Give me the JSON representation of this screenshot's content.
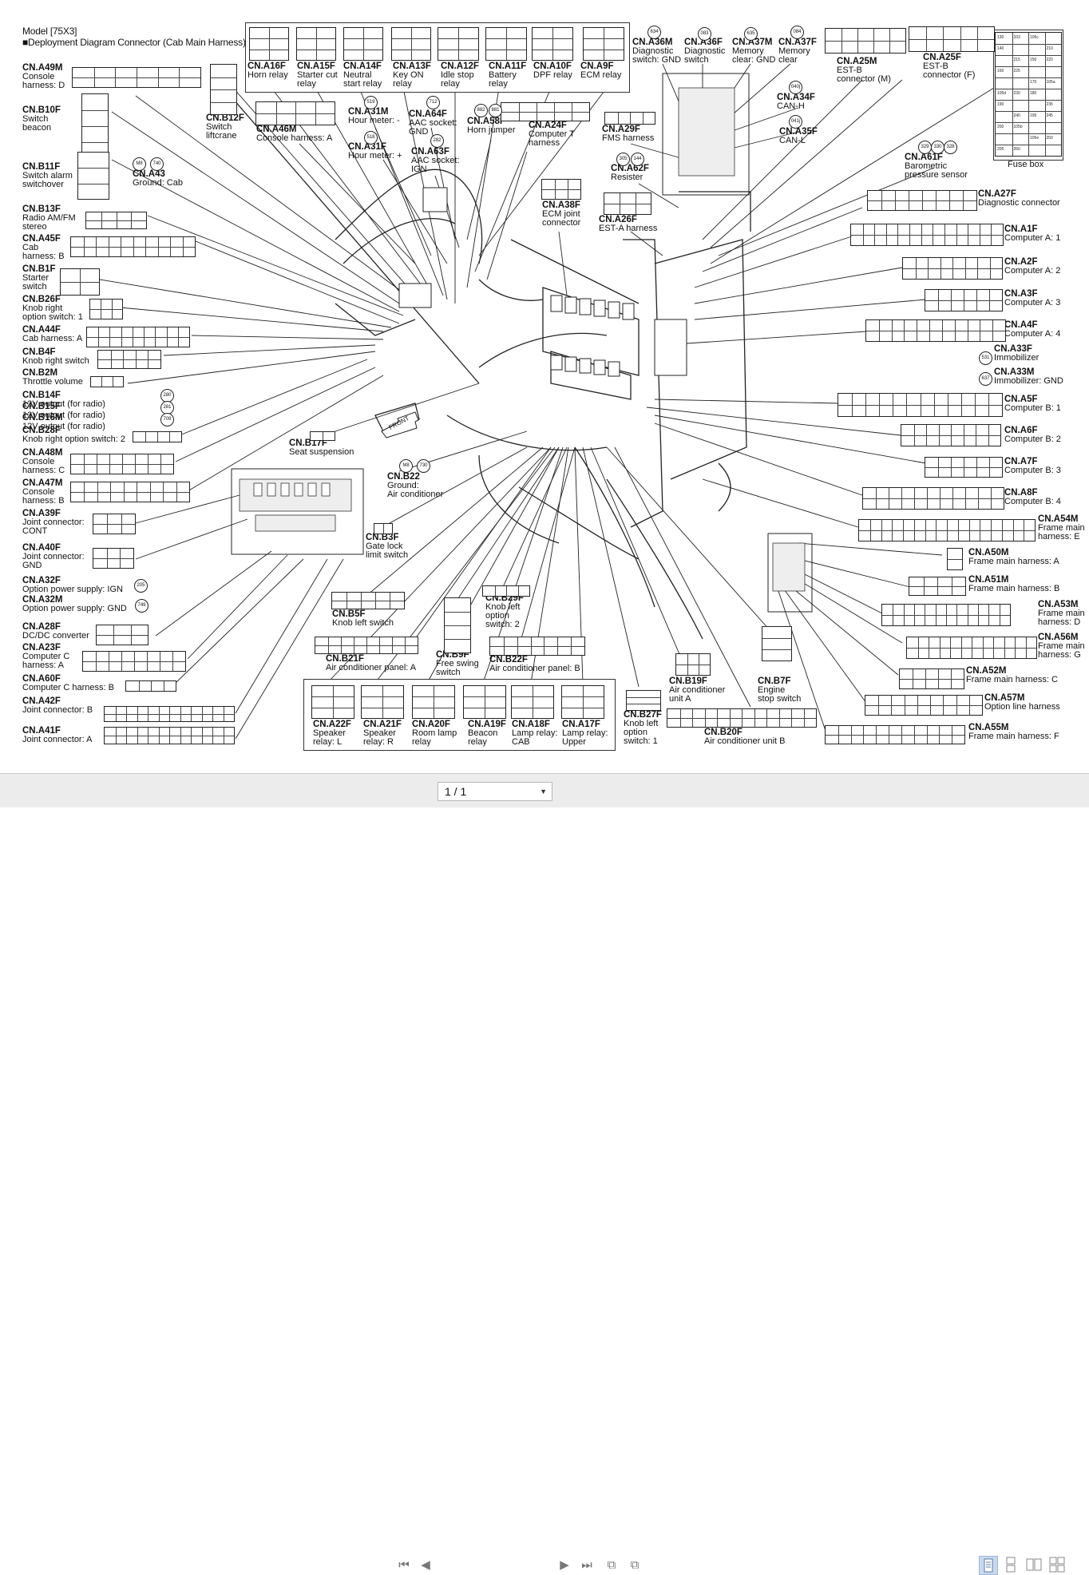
{
  "document": {
    "model": "Model [75X3]",
    "title": "■Deployment Diagram Connector (Cab Main Harness)"
  },
  "connectors_left": [
    {
      "id": "CN.A49M",
      "desc": [
        "Console",
        "harness: D"
      ]
    },
    {
      "id": "CN.B10F",
      "desc": [
        "Switch",
        "beacon"
      ]
    },
    {
      "id": "CN.B11F",
      "desc": [
        "Switch alarm",
        "switchover"
      ]
    },
    {
      "id": "CN.B13F",
      "desc": [
        "Radio AM/FM",
        "stereo"
      ]
    },
    {
      "id": "CN.A45F",
      "desc": [
        "Cab",
        "harness: B"
      ]
    },
    {
      "id": "CN.B1F",
      "desc": [
        "Starter",
        "switch"
      ]
    },
    {
      "id": "CN.B26F",
      "desc": [
        "Knob right",
        "option switch: 1"
      ]
    },
    {
      "id": "CN.A44F",
      "desc": [
        "Cab harness: A"
      ]
    },
    {
      "id": "CN.B4F",
      "desc": [
        "Knob right switch"
      ]
    },
    {
      "id": "CN.B2M",
      "desc": [
        "Throttle volume"
      ]
    },
    {
      "id": "CN.B14F",
      "desc": [
        "12V output (for radio)"
      ]
    },
    {
      "id": "CN.B15F",
      "desc": [
        "12V output (for radio)"
      ]
    },
    {
      "id": "CN.B16M",
      "desc": [
        "12V output (for radio)"
      ]
    },
    {
      "id": "CN.B28F",
      "desc": [
        "Knob right option switch: 2"
      ]
    },
    {
      "id": "CN.A48M",
      "desc": [
        "Console",
        "harness: C"
      ]
    },
    {
      "id": "CN.A47M",
      "desc": [
        "Console",
        "harness: B"
      ]
    },
    {
      "id": "CN.A39F",
      "desc": [
        "Joint connector:",
        "CONT"
      ]
    },
    {
      "id": "CN.A40F",
      "desc": [
        "Joint connector:",
        "GND"
      ]
    },
    {
      "id": "CN.A32F",
      "desc": [
        "Option power supply: IGN"
      ]
    },
    {
      "id": "CN.A32M",
      "desc": [
        "Option power supply: GND"
      ]
    },
    {
      "id": "CN.A28F",
      "desc": [
        "DC/DC converter"
      ]
    },
    {
      "id": "CN.A23F",
      "desc": [
        "Computer C",
        "harness: A"
      ]
    },
    {
      "id": "CN.A60F",
      "desc": [
        "Computer C harness: B"
      ]
    },
    {
      "id": "CN.A42F",
      "desc": [
        "Joint connector: B"
      ]
    },
    {
      "id": "CN.A41F",
      "desc": [
        "Joint connector: A"
      ]
    }
  ],
  "connectors_top": [
    {
      "id": "CN.B12F",
      "desc": [
        "Switch",
        "liftcrane"
      ]
    },
    {
      "id": "CN.A16F",
      "desc": [
        "Horn relay"
      ]
    },
    {
      "id": "CN.A15F",
      "desc": [
        "Starter cut",
        "relay"
      ]
    },
    {
      "id": "CN.A14F",
      "desc": [
        "Neutral",
        "start relay"
      ]
    },
    {
      "id": "CN.A13F",
      "desc": [
        "Key ON",
        "relay"
      ]
    },
    {
      "id": "CN.A12F",
      "desc": [
        "Idle stop",
        "relay"
      ]
    },
    {
      "id": "CN.A11F",
      "desc": [
        "Battery",
        "relay"
      ]
    },
    {
      "id": "CN.A10F",
      "desc": [
        "DPF relay"
      ]
    },
    {
      "id": "CN.A9F",
      "desc": [
        "ECM relay"
      ]
    },
    {
      "id": "CN.A46M",
      "desc": [
        "Console harness: A"
      ]
    },
    {
      "id": "CN.A43",
      "desc": [
        "Ground: Cab"
      ]
    },
    {
      "id": "CN.A31M",
      "desc": [
        "Hour meter: -"
      ]
    },
    {
      "id": "CN.A31F",
      "desc": [
        "Hour meter: +"
      ]
    },
    {
      "id": "CN.A64F",
      "desc": [
        "AAC socket:",
        "GND"
      ]
    },
    {
      "id": "CN.A63F",
      "desc": [
        "AAC socket:",
        "IGN"
      ]
    },
    {
      "id": "CN.A58F",
      "desc": [
        "Horn jumper"
      ]
    },
    {
      "id": "CN.A24F",
      "desc": [
        "Computer T",
        "harness"
      ]
    },
    {
      "id": "CN.A38F",
      "desc": [
        "ECM joint",
        "connector"
      ]
    },
    {
      "id": "CN.A36M",
      "desc": [
        "Diagnostic",
        "switch: GND"
      ]
    },
    {
      "id": "CN.A36F",
      "desc": [
        "Diagnostic",
        "switch"
      ]
    },
    {
      "id": "CN.A37M",
      "desc": [
        "Memory",
        "clear: GND"
      ]
    },
    {
      "id": "CN.A37F",
      "desc": [
        "Memory",
        "clear"
      ]
    },
    {
      "id": "CN.A29F",
      "desc": [
        "FMS harness"
      ]
    },
    {
      "id": "CN.A62F",
      "desc": [
        "Resister"
      ]
    },
    {
      "id": "CN.A26F",
      "desc": [
        "EST-A harness"
      ]
    },
    {
      "id": "CN.A25M",
      "desc": [
        "EST-B",
        "connector (M)"
      ]
    },
    {
      "id": "CN.A25F",
      "desc": [
        "EST-B",
        "connector (F)"
      ]
    },
    {
      "id": "CN.A34F",
      "desc": [
        "CAN-H"
      ]
    },
    {
      "id": "CN.A35F",
      "desc": [
        "CAN-L"
      ]
    },
    {
      "id": "CN.A61F",
      "desc": [
        "Barometric",
        "pressure sensor"
      ]
    },
    {
      "id": "FUSE",
      "desc": [
        "Fuse box"
      ]
    }
  ],
  "connectors_right": [
    {
      "id": "CN.A27F",
      "desc": [
        "Diagnostic connector"
      ]
    },
    {
      "id": "CN.A1F",
      "desc": [
        "Computer A: 1"
      ]
    },
    {
      "id": "CN.A2F",
      "desc": [
        "Computer A: 2"
      ]
    },
    {
      "id": "CN.A3F",
      "desc": [
        "Computer A: 3"
      ]
    },
    {
      "id": "CN.A4F",
      "desc": [
        "Computer A: 4"
      ]
    },
    {
      "id": "CN.A33F",
      "desc": [
        "Immobilizer"
      ]
    },
    {
      "id": "CN.A33M",
      "desc": [
        "Immobilizer: GND"
      ]
    },
    {
      "id": "CN.A5F",
      "desc": [
        "Computer B: 1"
      ]
    },
    {
      "id": "CN.A6F",
      "desc": [
        "Computer B: 2"
      ]
    },
    {
      "id": "CN.A7F",
      "desc": [
        "Computer B: 3"
      ]
    },
    {
      "id": "CN.A8F",
      "desc": [
        "Computer B: 4"
      ]
    },
    {
      "id": "CN.A54M",
      "desc": [
        "Frame main",
        "harness: E"
      ]
    },
    {
      "id": "CN.A50M",
      "desc": [
        "Frame main harness: A"
      ]
    },
    {
      "id": "CN.A51M",
      "desc": [
        "Frame main harness: B"
      ]
    },
    {
      "id": "CN.A53M",
      "desc": [
        "Frame main",
        "harness: D"
      ]
    },
    {
      "id": "CN.A56M",
      "desc": [
        "Frame main",
        "harness: G"
      ]
    },
    {
      "id": "CN.A52M",
      "desc": [
        "Frame main harness: C"
      ]
    },
    {
      "id": "CN.A57M",
      "desc": [
        "Option line harness"
      ]
    },
    {
      "id": "CN.A55M",
      "desc": [
        "Frame main harness: F"
      ]
    }
  ],
  "connectors_bottom": [
    {
      "id": "CN.B17F",
      "desc": [
        "Seat suspension"
      ]
    },
    {
      "id": "CN.B22",
      "desc": [
        "Ground:",
        "Air conditioner"
      ]
    },
    {
      "id": "CN.B3F",
      "desc": [
        "Gate lock",
        "limit switch"
      ]
    },
    {
      "id": "CN.B5F",
      "desc": [
        "Knob left switch"
      ]
    },
    {
      "id": "CN.B29F",
      "desc": [
        "Knob left",
        "option",
        "switch: 2"
      ]
    },
    {
      "id": "CN.B21F",
      "desc": [
        "Air conditioner panel: A"
      ]
    },
    {
      "id": "CN.B9F",
      "desc": [
        "Free swing",
        "switch"
      ]
    },
    {
      "id": "CN.B22F",
      "desc": [
        "Air conditioner panel: B"
      ]
    },
    {
      "id": "CN.B19F",
      "desc": [
        "Air conditioner",
        "unit A"
      ]
    },
    {
      "id": "CN.B7F",
      "desc": [
        "Engine",
        "stop switch"
      ]
    },
    {
      "id": "CN.B27F",
      "desc": [
        "Knob left",
        "option",
        "switch: 1"
      ]
    },
    {
      "id": "CN.B20F",
      "desc": [
        "Air conditioner unit B"
      ]
    },
    {
      "id": "CN.A22F",
      "desc": [
        "Speaker",
        "relay: L"
      ]
    },
    {
      "id": "CN.A21F",
      "desc": [
        "Speaker",
        "relay: R"
      ]
    },
    {
      "id": "CN.A20F",
      "desc": [
        "Room lamp",
        "relay"
      ]
    },
    {
      "id": "CN.A19F",
      "desc": [
        "Beacon",
        "relay"
      ]
    },
    {
      "id": "CN.A18F",
      "desc": [
        "Lamp relay:",
        "CAB"
      ]
    },
    {
      "id": "CN.A17F",
      "desc": [
        "Lamp relay:",
        "Upper"
      ]
    }
  ],
  "circle_codes": [
    "M8",
    "740",
    "519",
    "712",
    "518",
    "282",
    "882",
    "881",
    "634",
    "083",
    "635",
    "084",
    "040j",
    "041j",
    "305",
    "144",
    "329",
    "330",
    "328",
    "531",
    "637",
    "280",
    "281",
    "709",
    "M8",
    "730",
    "205",
    "749"
  ],
  "arrow_label": "FRONT",
  "fuse_values": [
    "130",
    "103",
    "105c",
    "210",
    "140",
    "215",
    "150",
    "220",
    "160",
    "225",
    "170",
    "105a",
    "105d",
    "230",
    "180",
    "235",
    "190",
    "240",
    "195",
    "245",
    "200",
    "105b",
    "105e",
    "250",
    "205",
    "260"
  ],
  "viewer": {
    "page_value": "1 / 1",
    "page_options": [
      "1 / 1"
    ]
  }
}
